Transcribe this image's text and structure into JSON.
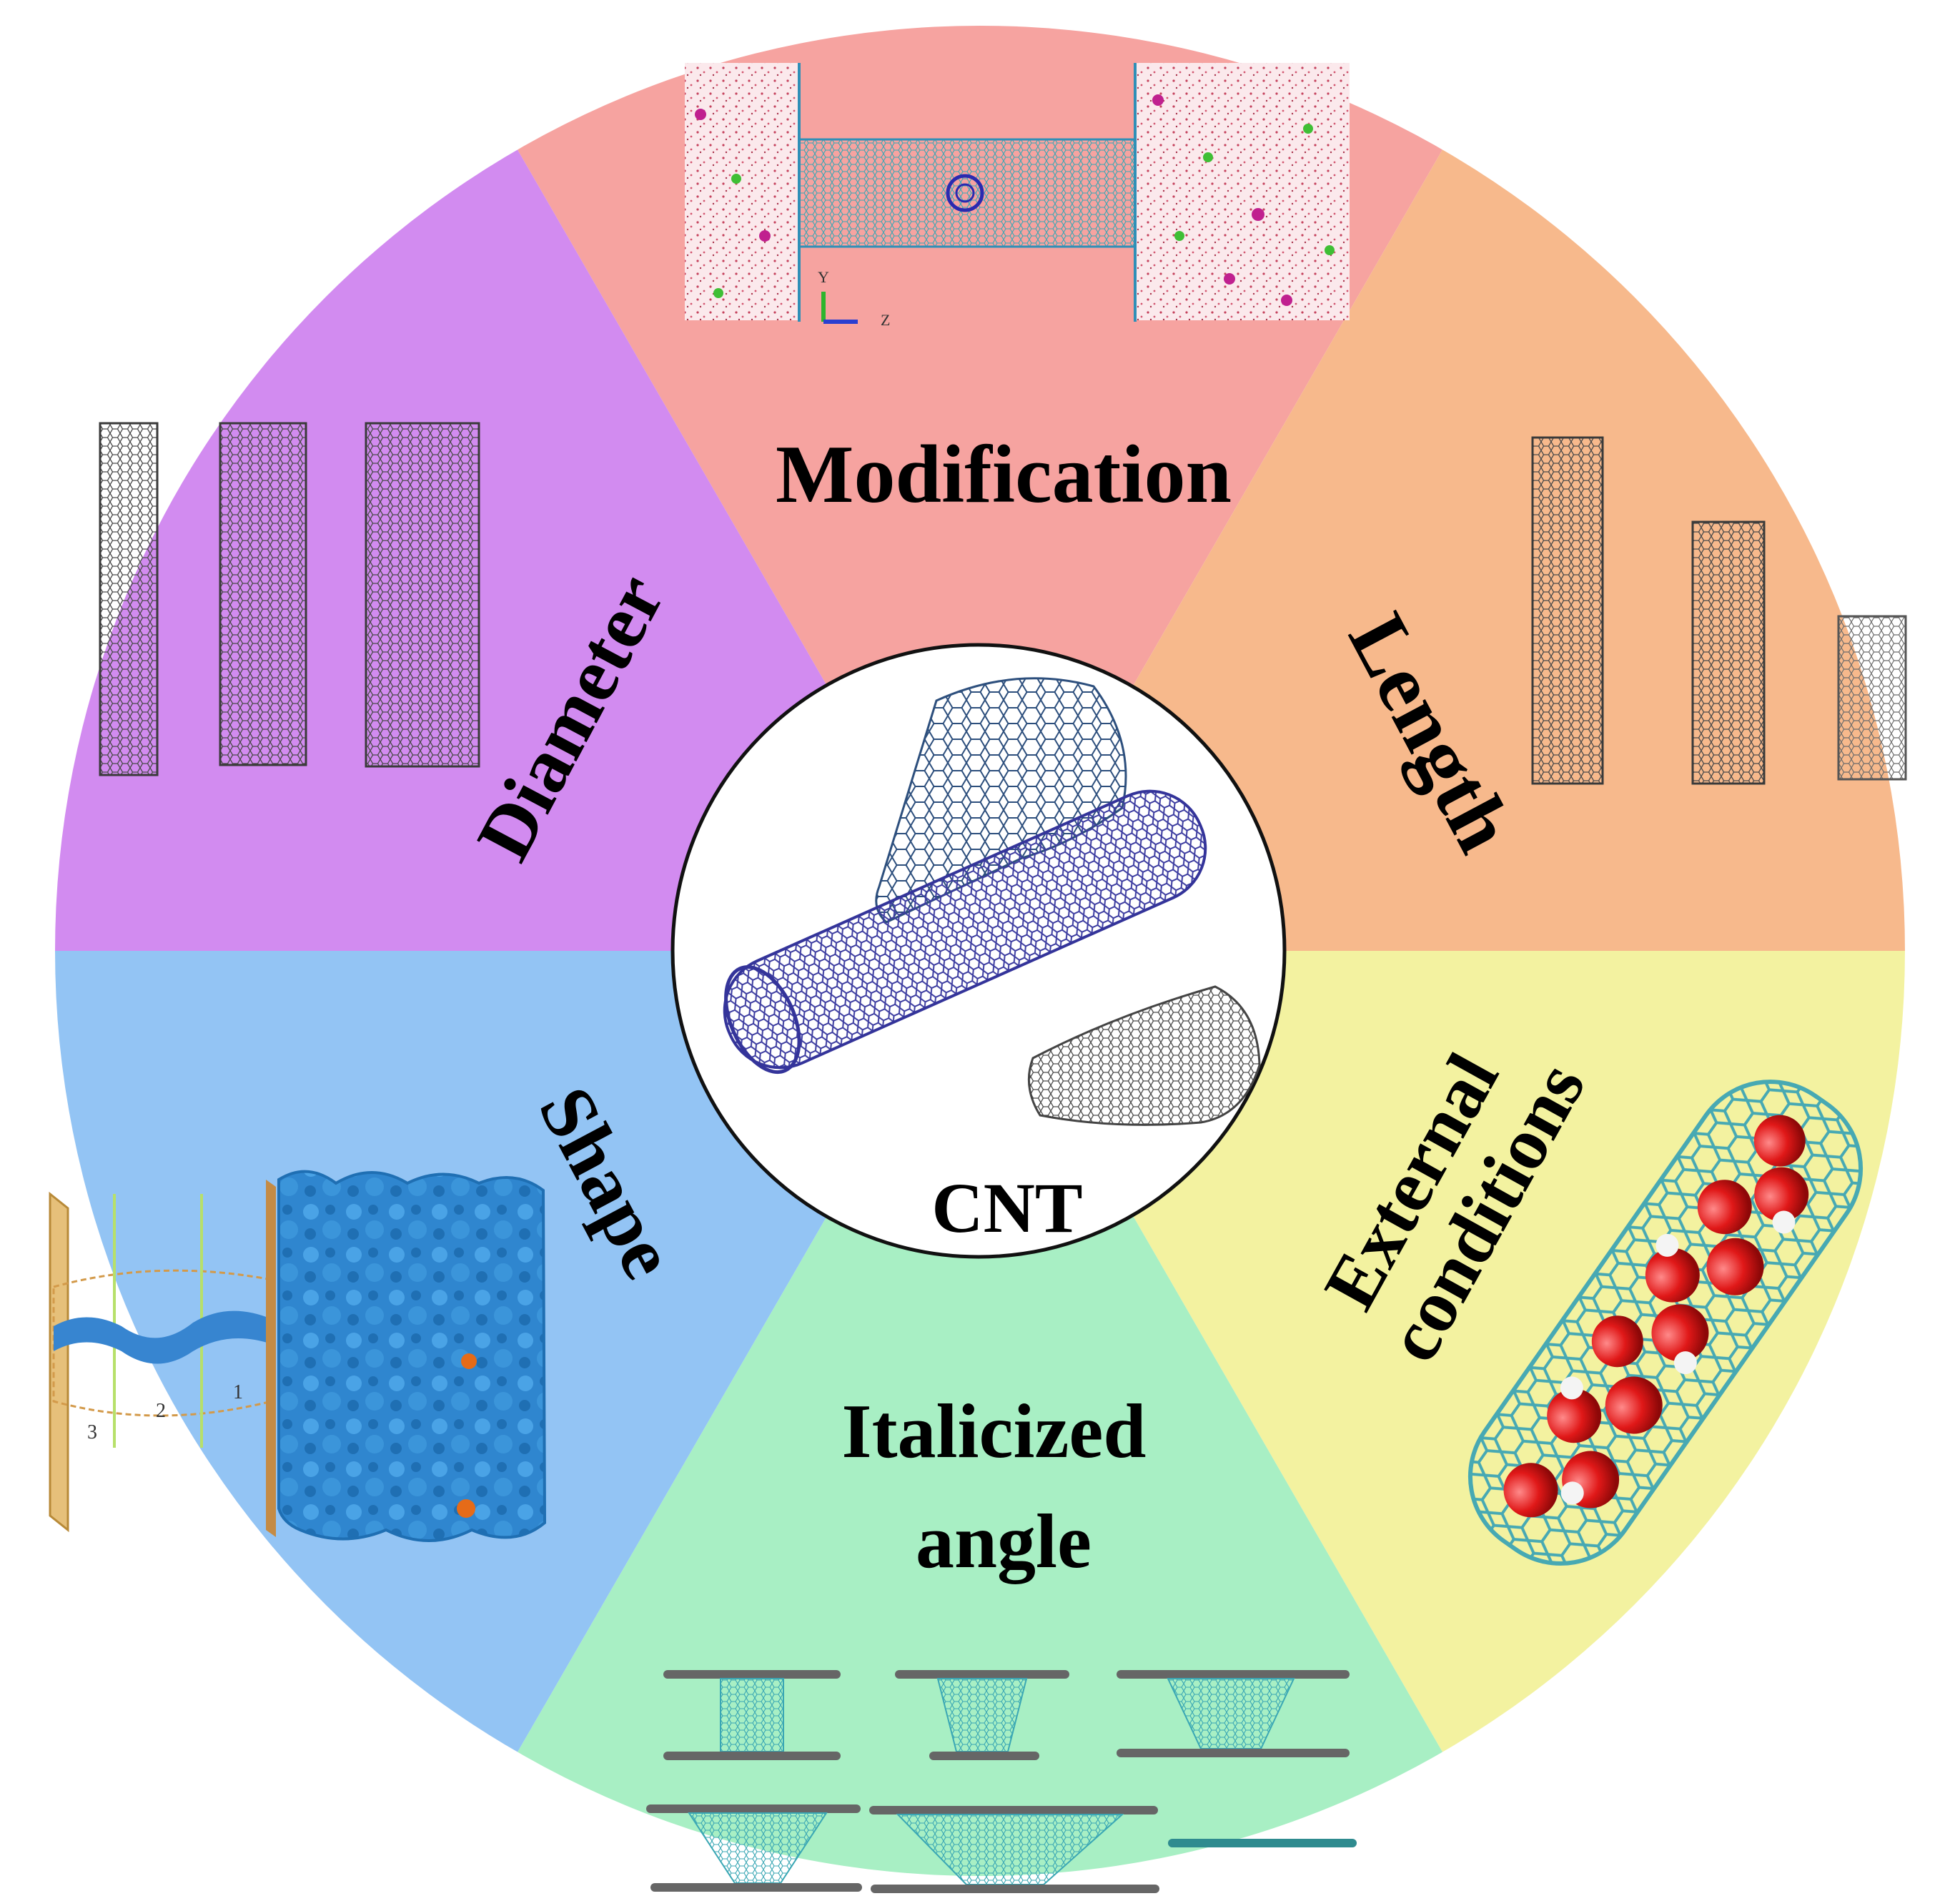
{
  "center": {
    "label": "CNT"
  },
  "segments": [
    {
      "key": "modification",
      "label": "Modification",
      "color": "#f6a3a0"
    },
    {
      "key": "length",
      "label": "Length",
      "color": "#f7b98c"
    },
    {
      "key": "external",
      "label_lines": [
        "External",
        "conditions"
      ],
      "color": "#f3f2a0"
    },
    {
      "key": "angle",
      "label_lines": [
        "Italicized",
        "angle"
      ],
      "color": "#a8efc4"
    },
    {
      "key": "shape",
      "label": "Shape",
      "color": "#93c4f4"
    },
    {
      "key": "diameter",
      "label": "Diameter",
      "color": "#d28bf0"
    }
  ],
  "figure_text": {
    "axis_y": "Y",
    "axis_z": "Z",
    "region_1": "1",
    "region_2": "2",
    "region_3": "3"
  }
}
